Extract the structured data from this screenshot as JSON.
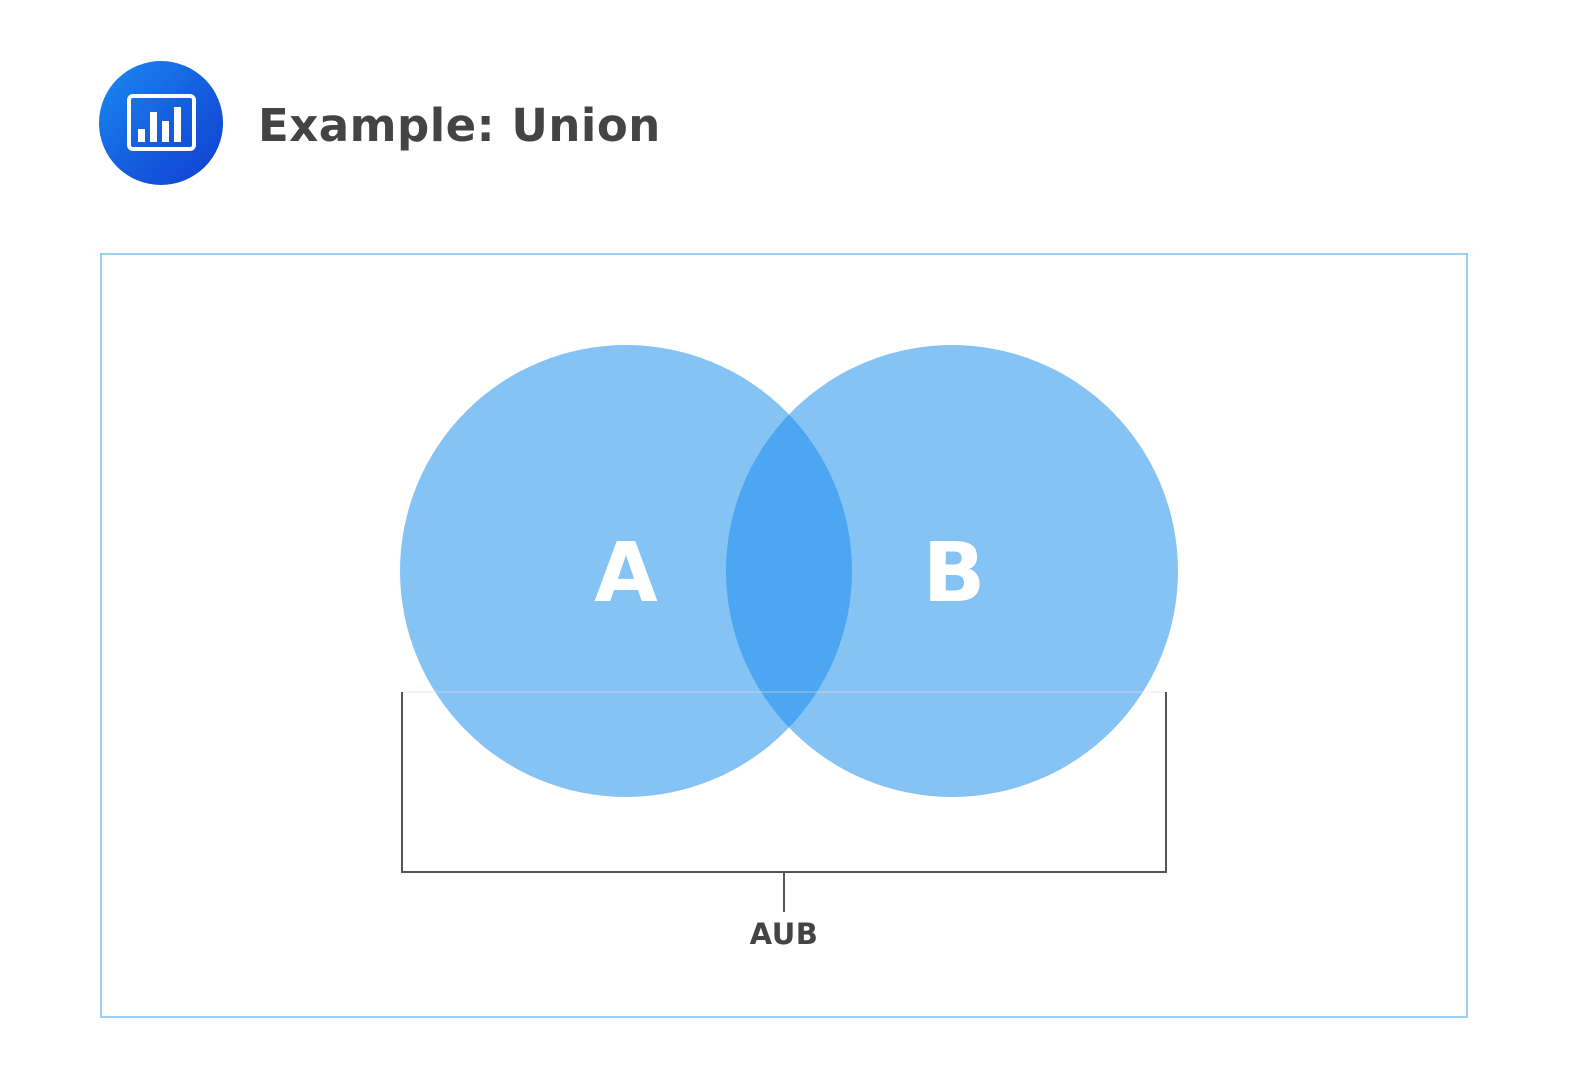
{
  "header": {
    "icon": "bar-chart-icon",
    "title": "Example: Union"
  },
  "diagram": {
    "type": "venn",
    "sets": [
      {
        "label": "A",
        "color": "#86c3f5"
      },
      {
        "label": "B",
        "color": "#86c3f5"
      }
    ],
    "intersection_color": "#4ca6f2",
    "bracket_label": "AUB",
    "frame_color": "#9ccff5",
    "line_color": "#555555"
  }
}
